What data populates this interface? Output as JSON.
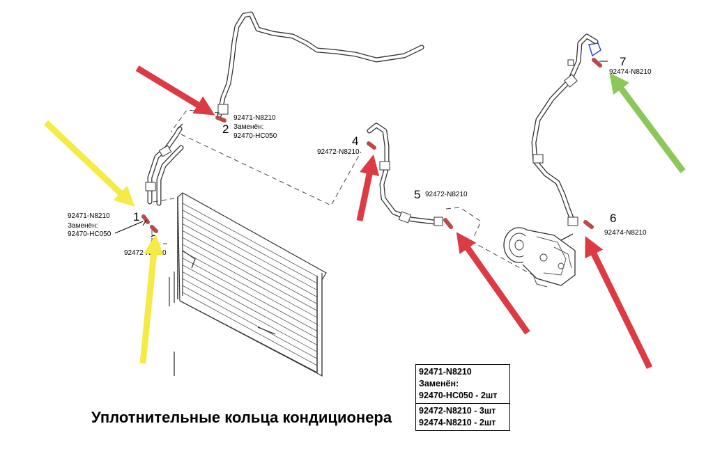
{
  "caption": "Уплотнительные кольца кондиционера",
  "callouts": [
    {
      "num": "1",
      "part": "92471-N8210",
      "replaced_label": "Заменён:",
      "replaced_by": "92470-HC050"
    },
    {
      "num": "2",
      "part": "92471-N8210",
      "replaced_label": "Заменён:",
      "replaced_by": "92470-HC050"
    },
    {
      "num": "3",
      "part": "92472-N8210"
    },
    {
      "num": "4",
      "part": "92472-N8210"
    },
    {
      "num": "5",
      "part": "92472-N8210"
    },
    {
      "num": "6",
      "part": "92474-N8210"
    },
    {
      "num": "7",
      "part": "92474-N8210"
    }
  ],
  "summary_table": {
    "group1": [
      "92471-N8210",
      "Заменён:",
      "92470-HC050 - 2шт"
    ],
    "group2": [
      "92472-N8210 - 3шт",
      "92474-N8210 - 2шт"
    ]
  },
  "arrow_colors": {
    "red": "#dd3b44",
    "yellow": "#f6ea46",
    "green": "#8cc75a"
  },
  "seal_color": "#b84a4a"
}
